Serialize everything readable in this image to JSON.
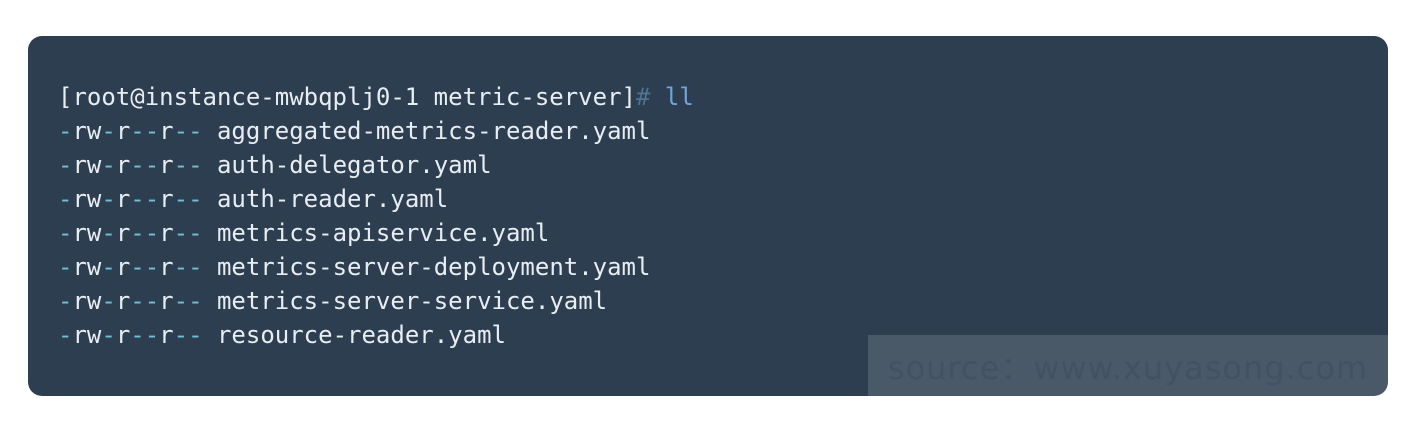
{
  "page": {
    "background": "#ffffff"
  },
  "terminal": {
    "prompt": {
      "text": "[root@instance-mwbqplj0-1 metric-server]",
      "hash": "#",
      "command": "ll"
    },
    "files": [
      {
        "permissions": "-rw-r--r--",
        "name": "aggregated-metrics-reader.yaml"
      },
      {
        "permissions": "-rw-r--r--",
        "name": "auth-delegator.yaml"
      },
      {
        "permissions": "-rw-r--r--",
        "name": "auth-reader.yaml"
      },
      {
        "permissions": "-rw-r--r--",
        "name": "metrics-apiservice.yaml"
      },
      {
        "permissions": "-rw-r--r--",
        "name": "metrics-server-deployment.yaml"
      },
      {
        "permissions": "-rw-r--r--",
        "name": "metrics-server-service.yaml"
      },
      {
        "permissions": "-rw-r--r--",
        "name": "resource-reader.yaml"
      }
    ]
  },
  "watermark": {
    "text": "source：www.xuyasong.com"
  },
  "colors": {
    "terminal_bg": "#2d3e50",
    "text": "#e8edf2",
    "permission_dash": "#6fc0d6",
    "prompt_hash": "#4d7390",
    "command": "#72a3d9",
    "watermark_bg": "rgba(255,255,255,0.14)",
    "watermark_text": "#425262"
  }
}
